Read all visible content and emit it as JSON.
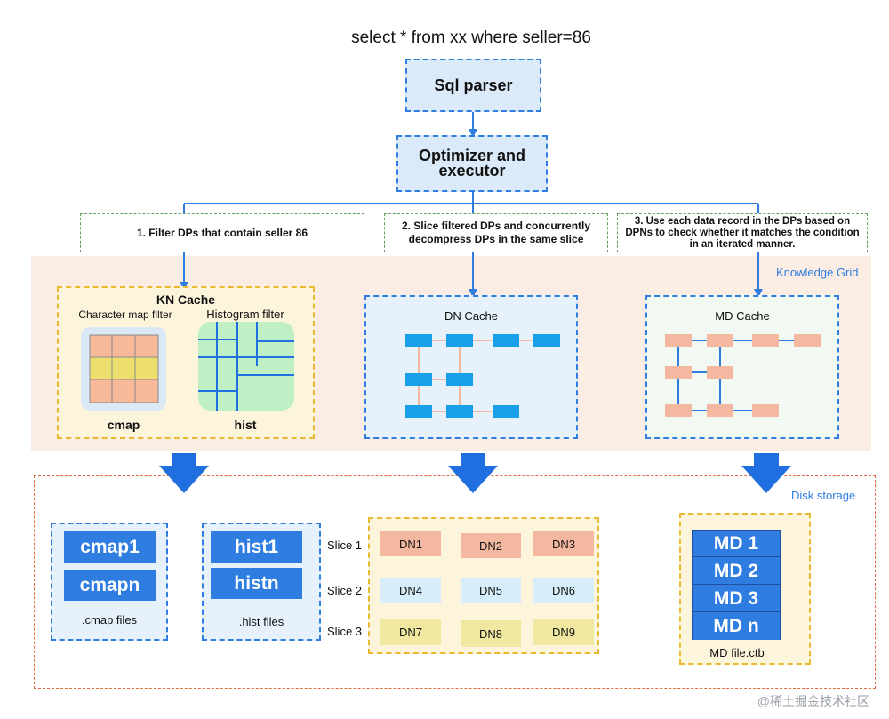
{
  "query": "select * from xx where seller=86",
  "nodes": {
    "parser": "Sql parser",
    "optimizer_line1": "Optimizer and",
    "optimizer_line2": "executor"
  },
  "steps": [
    "1.  Filter DPs that contain seller 86",
    "2.  Slice filtered DPs and concurrently decompress DPs in the same slice",
    "3.  Use each data record in the DPs based on DPNs to check whether it matches the condition in an iterated manner."
  ],
  "knowledge_grid": {
    "label": "Knowledge Grid",
    "kn_cache": {
      "title": "KN Cache",
      "char_filter_label": "Character map filter",
      "hist_filter_label": "Histogram filter",
      "cmap_label": "cmap",
      "hist_label": "hist"
    },
    "dn_cache": {
      "title": "DN Cache"
    },
    "md_cache": {
      "title": "MD Cache"
    }
  },
  "disk_storage": {
    "label": "Disk storage",
    "cmap_files": {
      "items": [
        "cmap1",
        "cmapn"
      ],
      "caption": ".cmap files"
    },
    "hist_files": {
      "items": [
        "hist1",
        "histn"
      ],
      "caption": ".hist files"
    },
    "slices": [
      {
        "label": "Slice 1",
        "cells": [
          "DN1",
          "DN2",
          "DN3"
        ],
        "color": "#f4b8a0"
      },
      {
        "label": "Slice 2",
        "cells": [
          "DN4",
          "DN5",
          "DN6"
        ],
        "color": "#d6eef9"
      },
      {
        "label": "Slice 3",
        "cells": [
          "DN7",
          "DN8",
          "DN9"
        ],
        "color": "#f0e7a0"
      }
    ],
    "md_file": {
      "items": [
        "MD 1",
        "MD 2",
        "MD 3",
        "MD n"
      ],
      "caption": "MD file.ctb"
    }
  },
  "watermark": "@稀土掘金技术社区",
  "colors": {
    "accent_blue": "#2f7de1",
    "region_border": "#e06a3a",
    "note_border": "#5fa05f",
    "yellow_border": "#e8b931",
    "dn_block": "#1aa0e8",
    "md_block": "#f4b8a0",
    "cmap_orange": "#f8b89a",
    "cmap_yellow": "#ecdf6e",
    "hist_green": "#bff0c5"
  }
}
